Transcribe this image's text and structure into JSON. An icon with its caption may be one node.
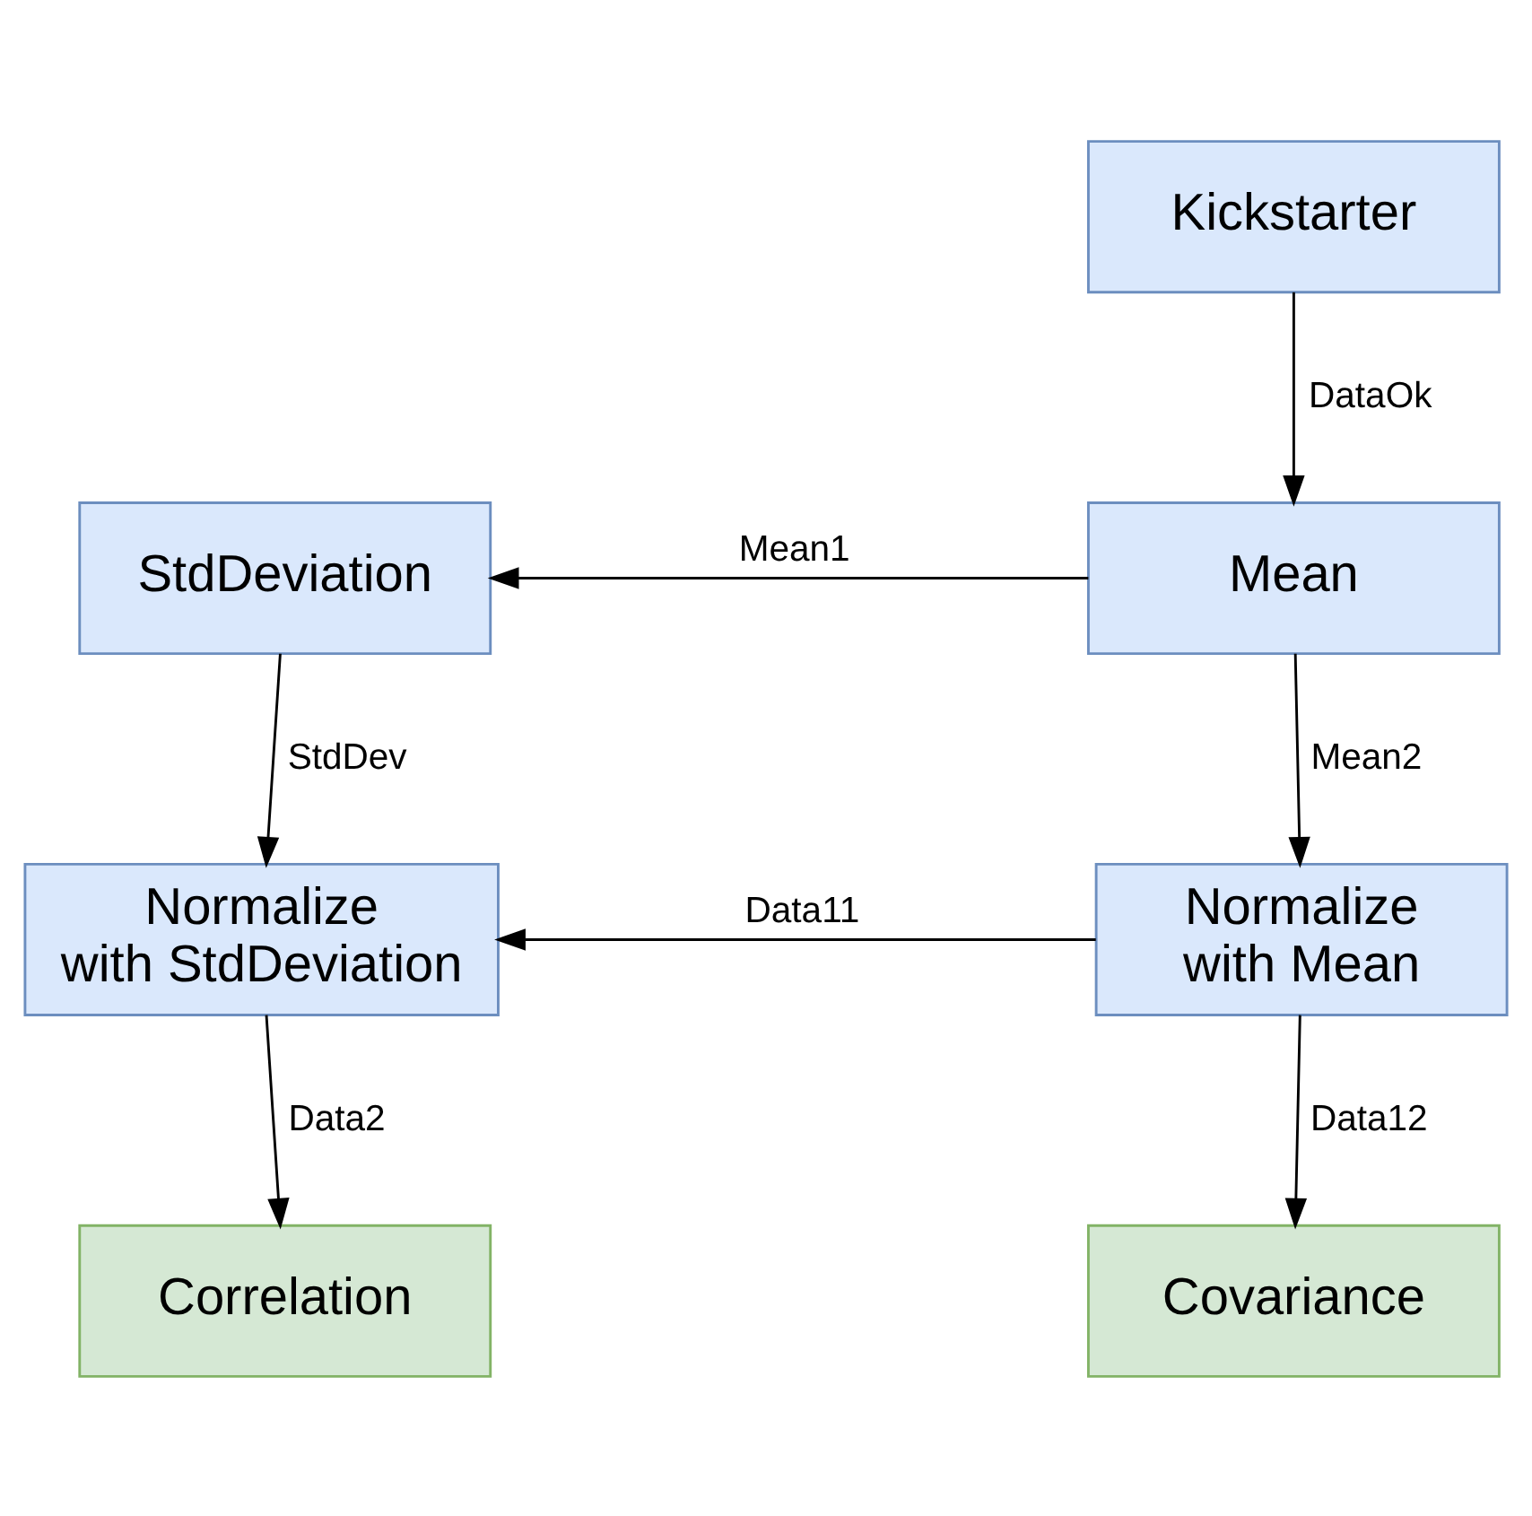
{
  "diagram": {
    "nodes": [
      {
        "text": [
          "Kickstarter"
        ]
      },
      {
        "text": [
          "StdDeviation"
        ]
      },
      {
        "text": [
          "Mean"
        ]
      },
      {
        "text": [
          "Normalize with StdDeviation"
        ]
      },
      {
        "text": [
          "Normalize with Mean"
        ]
      },
      {
        "text": [
          "Correlation"
        ]
      },
      {
        "text": [
          "Covariance"
        ]
      }
    ],
    "edges": [
      {
        "from": 0,
        "to": 2,
        "arrow": "to",
        "label": "DataOk"
      },
      {
        "from": 2,
        "to": 1,
        "arrow": "to",
        "label": "Mean1"
      },
      {
        "from": 1,
        "to": 3,
        "arrow": "to",
        "label": "StdDev"
      },
      {
        "from": 2,
        "to": 4,
        "arrow": "to",
        "label": "Mean2"
      },
      {
        "from": 4,
        "to": 3,
        "arrow": "to",
        "label": "Data11"
      },
      {
        "from": 3,
        "to": 5,
        "arrow": "to",
        "label": "Data2"
      },
      {
        "from": 4,
        "to": 6,
        "arrow": "to",
        "label": "Data12"
      }
    ]
  }
}
